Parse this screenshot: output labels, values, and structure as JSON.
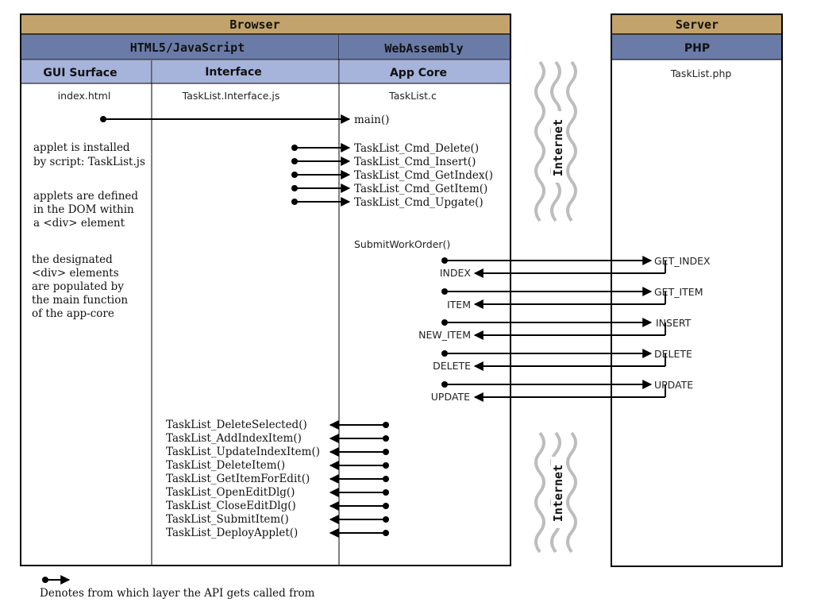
{
  "browser": {
    "title": "Browser",
    "html_js_label": "HTML5/JavaScript",
    "wasm_label": "WebAssembly",
    "columns": {
      "gui": {
        "label": "GUI Surface",
        "file": "index.html"
      },
      "interface": {
        "label": "Interface",
        "file": "TaskList.Interface.js"
      },
      "core": {
        "label": "App Core",
        "file": "TaskList.c"
      }
    }
  },
  "server": {
    "title": "Server",
    "lang": "PHP",
    "file": "TaskList.php"
  },
  "internet_label": "Internet",
  "main_call": "main()",
  "core_cmds": [
    "TaskList_Cmd_Delete()",
    "TaskList_Cmd_Insert()",
    "TaskList_Cmd_GetIndex()",
    "TaskList_Cmd_GetItem()",
    "TaskList_Cmd_Upgate()"
  ],
  "notes": {
    "note1": [
      "applet is installed",
      "by script: TaskList.js"
    ],
    "note2": [
      "applets are defined",
      "in the DOM within",
      "a <div> element"
    ],
    "note3": [
      "the designated",
      "<div> elements",
      "are populated by",
      "the main function",
      "of the app-core"
    ]
  },
  "submit_label": "SubmitWorkOrder()",
  "exchanges": [
    {
      "request": "GET_INDEX",
      "response": "INDEX"
    },
    {
      "request": "GET_ITEM",
      "response": "ITEM"
    },
    {
      "request": "INSERT",
      "response": "NEW_ITEM"
    },
    {
      "request": "DELETE",
      "response": "DELETE"
    },
    {
      "request": "UPDATE",
      "response": "UPDATE"
    }
  ],
  "interface_funcs": [
    "TaskList_DeleteSelected()",
    "TaskList_AddIndexItem()",
    "TaskList_UpdateIndexItem()",
    "TaskList_DeleteItem()",
    "TaskList_GetItemForEdit()",
    "TaskList_OpenEditDlg()",
    "TaskList_CloseEditDlg()",
    "TaskList_SubmitItem()",
    "TaskList_DeployApplet()"
  ],
  "legend": "Denotes from which layer the API gets called from",
  "colors": {
    "browser_header": "#c2a36b",
    "layer_header": "#6a7ba8",
    "column_header": "#a6b3da",
    "line": "#000000",
    "wave": "#bdbdbd"
  }
}
